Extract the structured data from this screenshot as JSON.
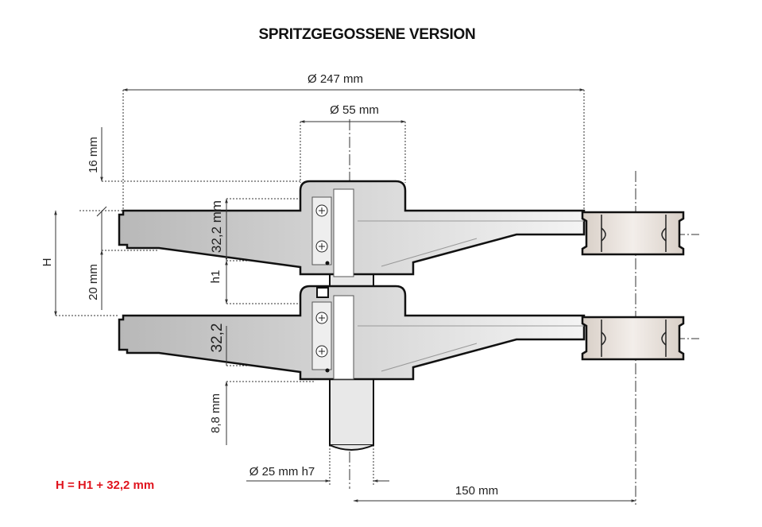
{
  "title": "SPRITZGEGOSSENE VERSION",
  "dimensions": {
    "d247": "Ø 247 mm",
    "d55": "Ø 55 mm",
    "h16": "16 mm",
    "h20": "20 mm",
    "H": "H",
    "upper_322": "32,2 mm",
    "h1": "h1",
    "lower_322": "32,2",
    "h88": "8,8 mm",
    "d25": "Ø 25 mm h7",
    "l150": "150 mm"
  },
  "formula": "H = H1 + 32,2  mm",
  "colors": {
    "formula": "#e0141e",
    "body": "#cfcfcf",
    "ring": "#e4dcd5"
  }
}
